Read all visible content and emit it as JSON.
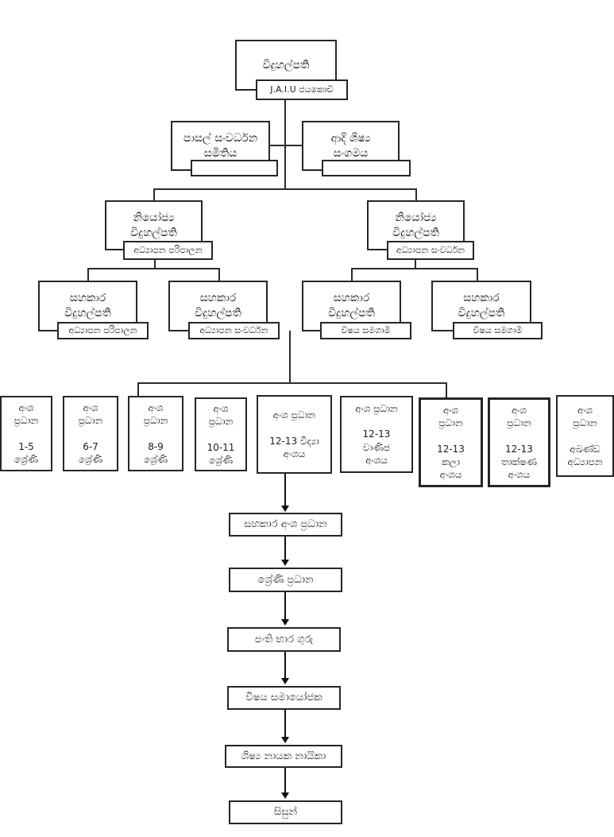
{
  "diagram": {
    "principal": {
      "title": "විදුහල්පති",
      "tag": "J.A.I.U ජයකොඩි"
    },
    "school_dev_society": {
      "title": "පාසල් සංවර්ධන\nසමිතිය",
      "tag": ""
    },
    "alumni_association": {
      "title": "ආදි ශිෂ්‍ය\nසංගමය",
      "tag": ""
    },
    "deputies": [
      {
        "title": "නියෝජ්‍ය\nවිදුහල්පති",
        "tag": "අධ්‍යාපන පරිපාලන"
      },
      {
        "title": "නියෝජ්‍ය\nවිදුහල්පති",
        "tag": "අධ්‍යාපන සංවර්ධන"
      }
    ],
    "assistants": [
      {
        "title": "සහකාර\nවිදුහල්පති",
        "tag": "අධ්‍යාපන පරිපාලන"
      },
      {
        "title": "සහකාර\nවිදුහල්පති",
        "tag": "අධ්‍යාපන සංවර්ධන"
      },
      {
        "title": "සහකාර\nවිදුහල්පති",
        "tag": "විෂය සමගාමී"
      },
      {
        "title": "සහකාර\nවිදුහල්පති",
        "tag": "විෂය සමගාමී"
      }
    ],
    "section_heads": [
      {
        "text": "අංශ\nප්‍රධාන\n\n1-5\nශ්‍රේණි"
      },
      {
        "text": "අංශ\nප්‍රධාන\n\n6-7\nශ්‍රේණි"
      },
      {
        "text": "අංශ\nප්‍රධාන\n\n8-9\nශ්‍රේණි"
      },
      {
        "text": "අංශ\nප්‍රධාන\n\n10-11\nශ්‍රේණි"
      },
      {
        "text": "අංශ ප්‍රධාන\n\n12-13 විද්‍යා\nඅංශය"
      },
      {
        "text": "අංශ ප්‍රධාන\n\n12-13\nවාණිජ\nඅංශය"
      },
      {
        "text": "අංශ\nප්‍රධාන\n\n12-13\nකලා\nඅංශය"
      },
      {
        "text": "අංශ\nප්‍රධාන\n\n12-13\nතාක්ෂණ\nඅංශය"
      },
      {
        "text": "අංශ\nප්‍රධාන\n\nඅඛණ්ඩ\nඅධ්‍යාපන"
      }
    ],
    "chain": [
      {
        "label": "සහකාර අංශ ප්‍රධාන"
      },
      {
        "label": "ශ්‍රේණි ප්‍රධාන"
      },
      {
        "label": "පංති භාර ගුරු"
      },
      {
        "label": "විෂය සමායෝජක"
      },
      {
        "label": "ශිෂ්‍ය නායක නායිකා"
      },
      {
        "label": "සිසුන්"
      }
    ],
    "colors": {
      "line": "#2b2b2b",
      "border": "#262626",
      "text": "#1c1c1c",
      "background": "#ffffff"
    }
  }
}
